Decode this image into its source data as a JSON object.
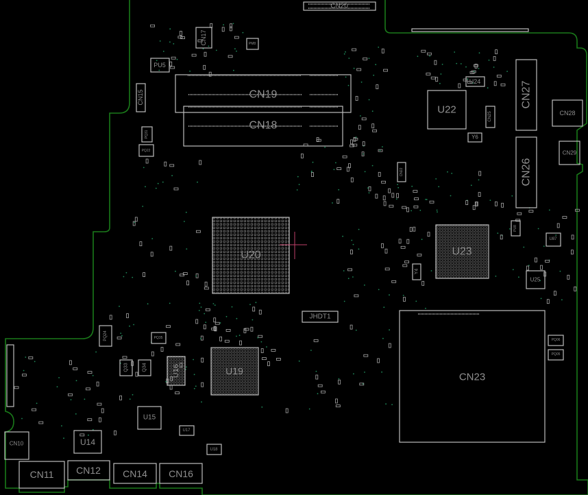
{
  "board": {
    "outline_color": "#1a7a1a",
    "component_color": "#bdbdbd",
    "via_color": "#1f8a5a",
    "cursor_color": "#c0406a"
  },
  "components": {
    "CN20": "CN20",
    "CN17": "CN17",
    "PU5": "PU5",
    "PM8": "PM8",
    "CN15": "CN15",
    "CN19": "CN19",
    "CN18": "CN18",
    "PQ22": "PQ22",
    "PQ31": "PQ31",
    "U22": "U22",
    "U24": "U24",
    "CN25": "CN25",
    "Y6": "Y6",
    "CN27": "CN27",
    "CN26": "CN26",
    "CN28": "CN28",
    "CN29": "CN29",
    "CN22": "CN22",
    "U20": "U20",
    "U23": "U23",
    "U25": "U25",
    "U87": "U87",
    "PU8": "PU8",
    "Y4": "Y4",
    "JHDT1": "JHDT1",
    "CN23": "CN23",
    "U19": "U19",
    "U16": "U16",
    "Q33": "Q33",
    "Q34": "Q34",
    "PQ24": "PQ24",
    "PQ35": "PQ35",
    "PQ05": "PQ05",
    "PQ06": "PQ06",
    "U15": "U15",
    "U14": "U14",
    "U17": "U17",
    "U18": "U18",
    "CN10": "CN10",
    "CN11": "CN11",
    "CN12": "CN12",
    "CN14": "CN14",
    "CN16": "CN16"
  }
}
